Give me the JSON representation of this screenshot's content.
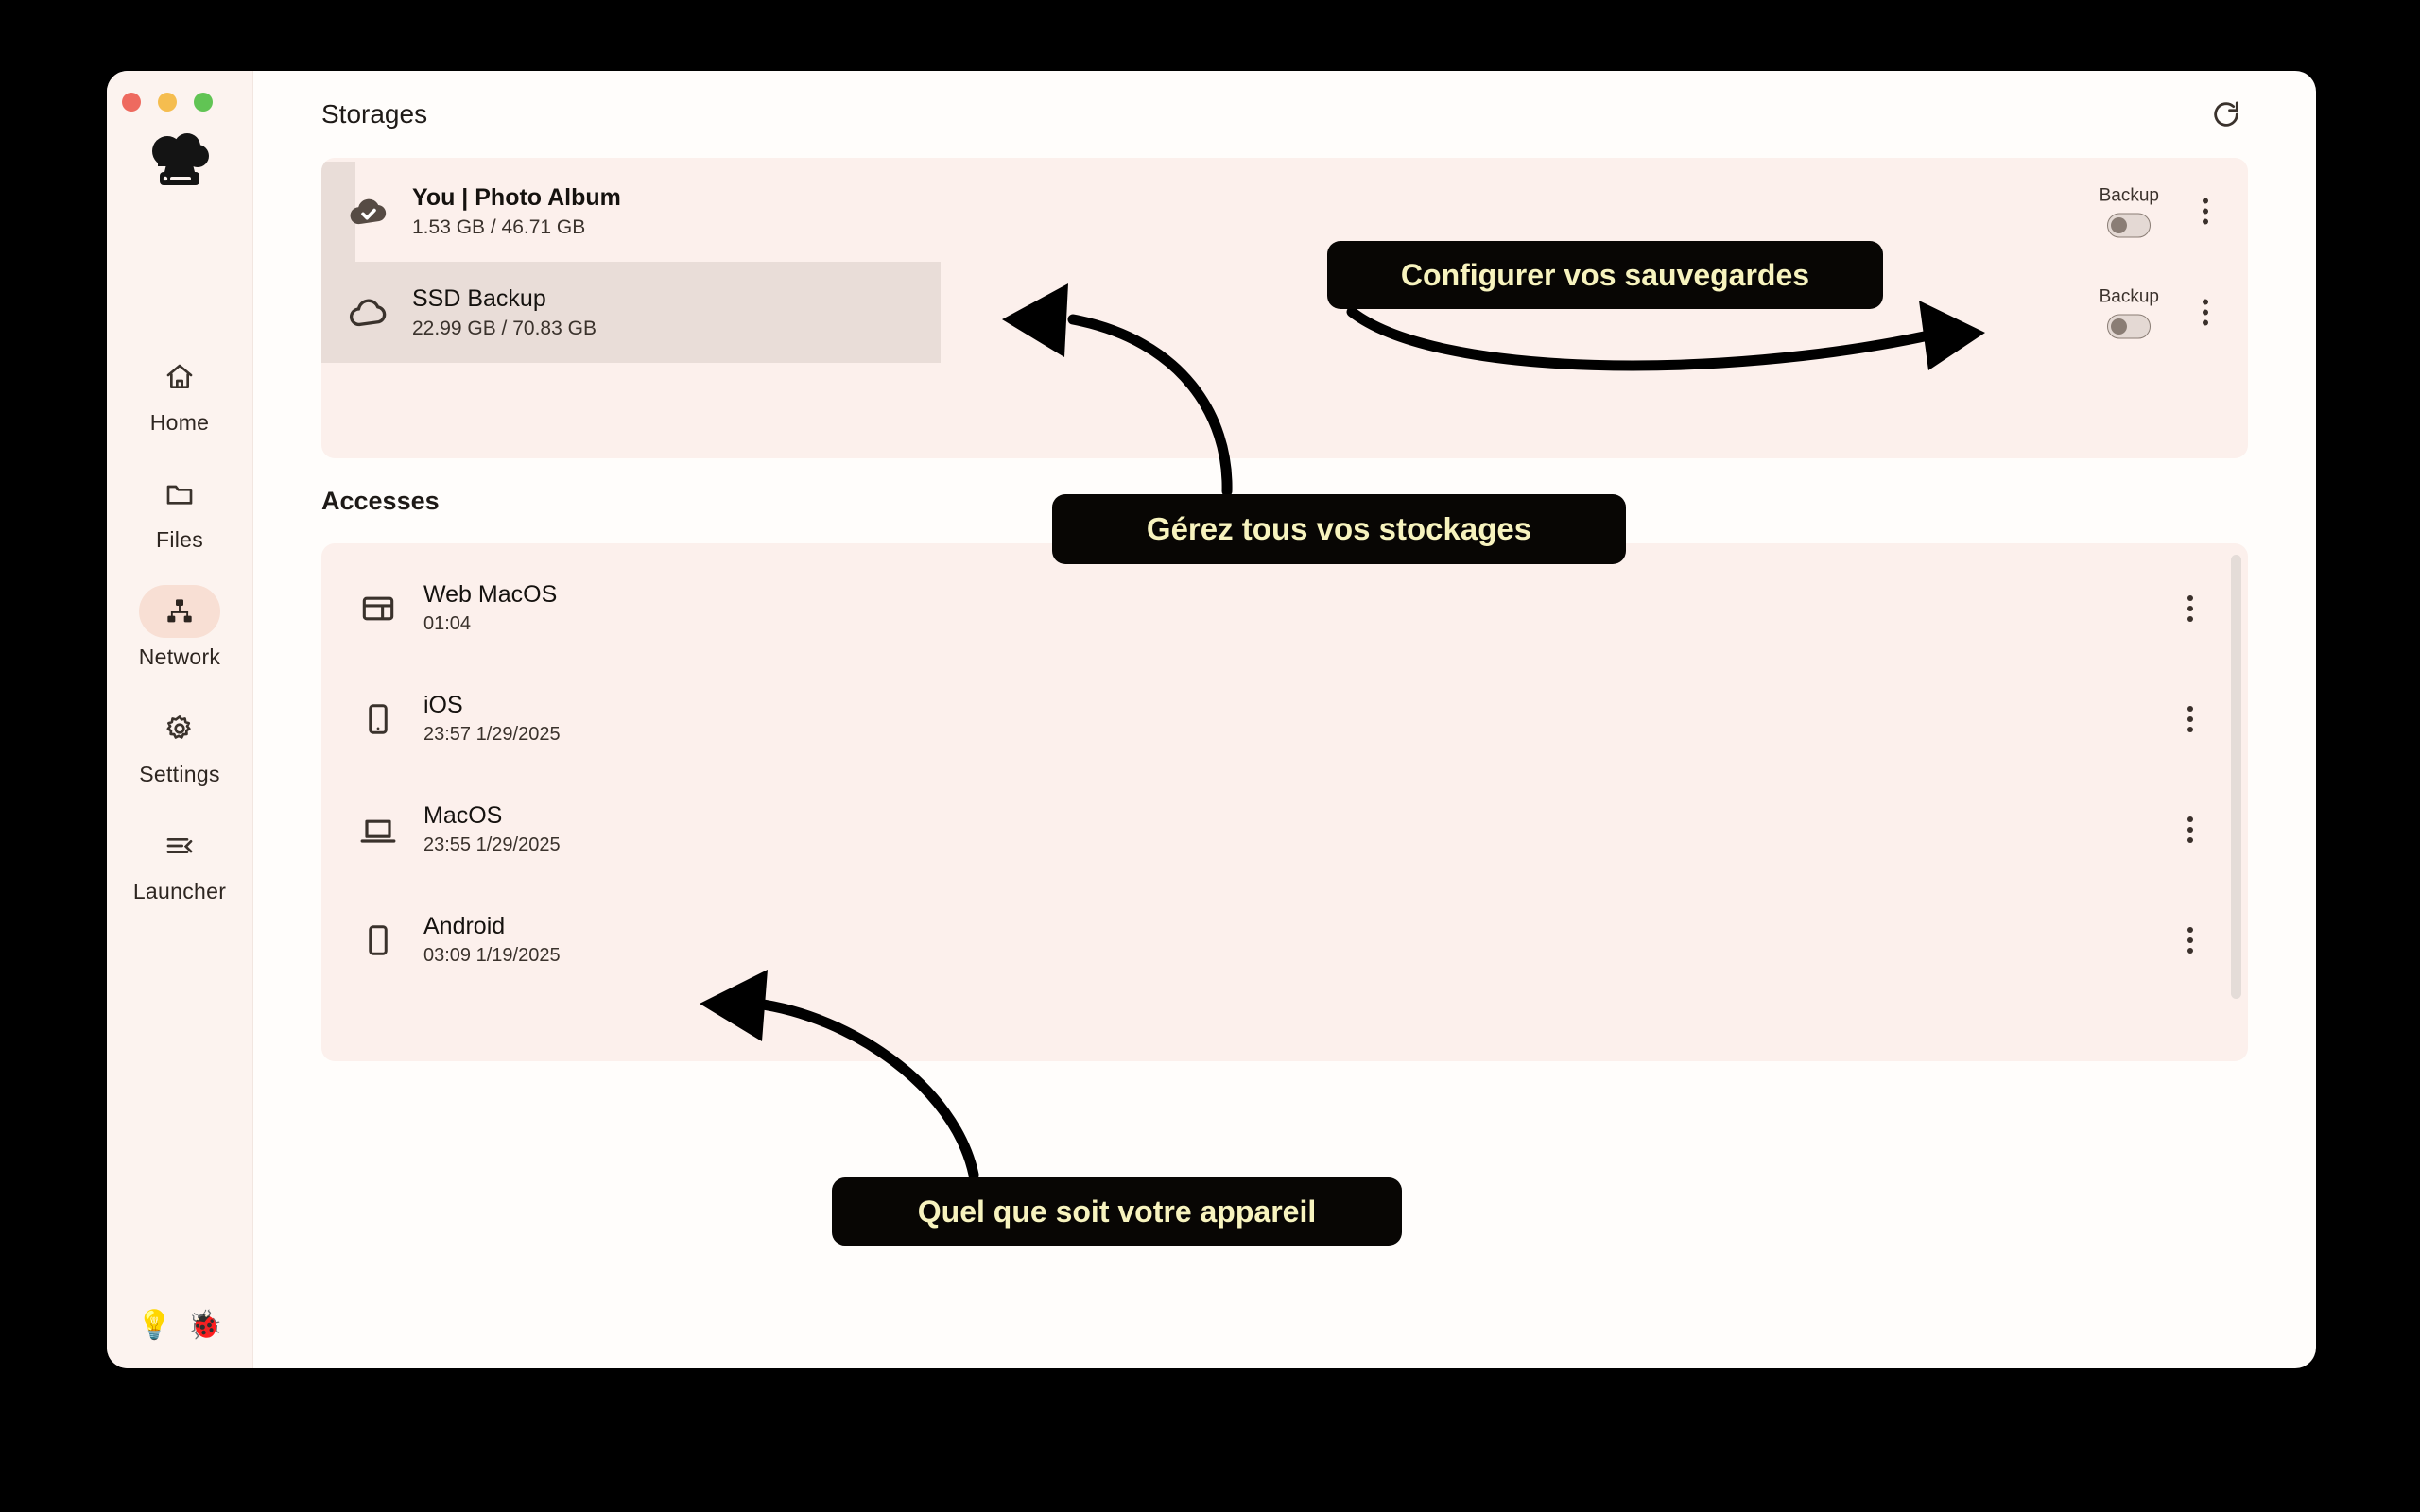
{
  "window": {
    "traffic_lights": [
      "close",
      "minimize",
      "zoom"
    ],
    "logo_icon": "cloud-drive-logo"
  },
  "sidebar": {
    "items": [
      {
        "label": "Home",
        "icon": "home-icon",
        "active": false
      },
      {
        "label": "Files",
        "icon": "folder-icon",
        "active": false
      },
      {
        "label": "Network",
        "icon": "network-icon",
        "active": true
      },
      {
        "label": "Settings",
        "icon": "gear-icon",
        "active": false
      },
      {
        "label": "Launcher",
        "icon": "launcher-icon",
        "active": false
      }
    ],
    "bottom_icons": [
      {
        "name": "lightbulb-icon",
        "glyph": "💡"
      },
      {
        "name": "ladybug-icon",
        "glyph": "🐞"
      }
    ]
  },
  "storages": {
    "title": "Storages",
    "refresh_icon": "refresh-icon",
    "items": [
      {
        "name": "You | Photo Album",
        "usage": "1.53 GB / 46.71 GB",
        "icon": "cloud-check-icon",
        "backup_label": "Backup",
        "backup_on": false,
        "menu_icon": "kebab-menu-icon"
      },
      {
        "name": "SSD Backup",
        "usage": "22.99 GB / 70.83 GB",
        "icon": "cloud-outline-icon",
        "backup_label": "Backup",
        "backup_on": false,
        "menu_icon": "kebab-menu-icon"
      }
    ]
  },
  "accesses": {
    "title": "Accesses",
    "items": [
      {
        "name": "Web MacOS",
        "timestamp": "01:04",
        "icon": "browser-icon",
        "menu_icon": "kebab-menu-icon"
      },
      {
        "name": "iOS",
        "timestamp": "23:57 1/29/2025",
        "icon": "phone-icon",
        "menu_icon": "kebab-menu-icon"
      },
      {
        "name": "MacOS",
        "timestamp": "23:55 1/29/2025",
        "icon": "laptop-icon",
        "menu_icon": "kebab-menu-icon"
      },
      {
        "name": "Android",
        "timestamp": "03:09 1/19/2025",
        "icon": "phone-icon",
        "menu_icon": "kebab-menu-icon"
      }
    ]
  },
  "callouts": {
    "backups": "Configurer vos sauvegardes",
    "storages": "Gérez tous vos stockages",
    "device": "Quel que soit votre appareil"
  },
  "colors": {
    "page_background": "#000000",
    "window_background": "#FFFDFB",
    "sidebar_background": "#FCF3EF",
    "card_background": "#FCF0EC",
    "row_highlight": "#E9DDD8",
    "active_pill": "#F8DFD4",
    "callout_background": "#080604",
    "callout_text": "#F7F3BE",
    "text_primary": "#15120F"
  }
}
